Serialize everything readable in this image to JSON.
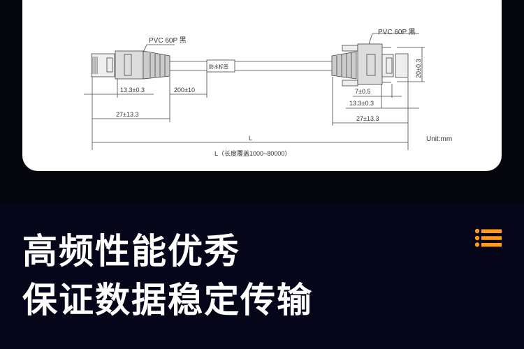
{
  "diagram": {
    "left_material_label": "PVC 60P 黑",
    "right_material_label": "PVC 60P 黑",
    "waterproof_tag": "防水标签",
    "left_dims": [
      "13.3±0.3",
      "200±10",
      "27±13.3"
    ],
    "right_dims": [
      "7±0.5",
      "13.3±0.3",
      "27±13.3",
      "20±0.3"
    ],
    "length_label": "L",
    "length_note": "L（长度覆盖1000~80000）",
    "unit": "Unit:mm"
  },
  "headline": {
    "line1": "高频性能优秀",
    "line2": "保证数据稳定传输"
  },
  "colors": {
    "accent": "#ff9a1a",
    "background": "#06061a"
  },
  "icons": {
    "menu": "list-icon"
  }
}
